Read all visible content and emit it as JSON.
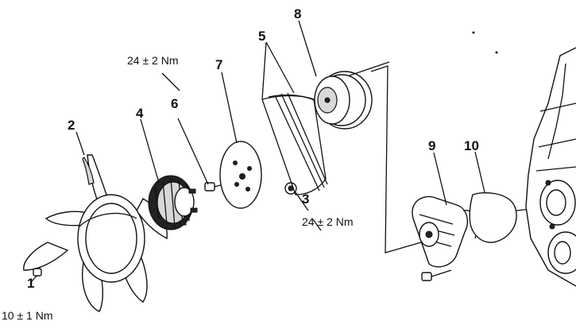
{
  "callouts": [
    {
      "number": "1"
    },
    {
      "number": "2"
    },
    {
      "number": "3"
    },
    {
      "number": "4"
    },
    {
      "number": "5"
    },
    {
      "number": "6"
    },
    {
      "number": "7"
    },
    {
      "number": "8"
    },
    {
      "number": "9"
    },
    {
      "number": "10"
    }
  ],
  "torques": {
    "bolt_1": "10 ± 1 Nm",
    "nut_3": "24 ± 2 Nm",
    "bolt_6": "24 ± 2 Nm"
  }
}
